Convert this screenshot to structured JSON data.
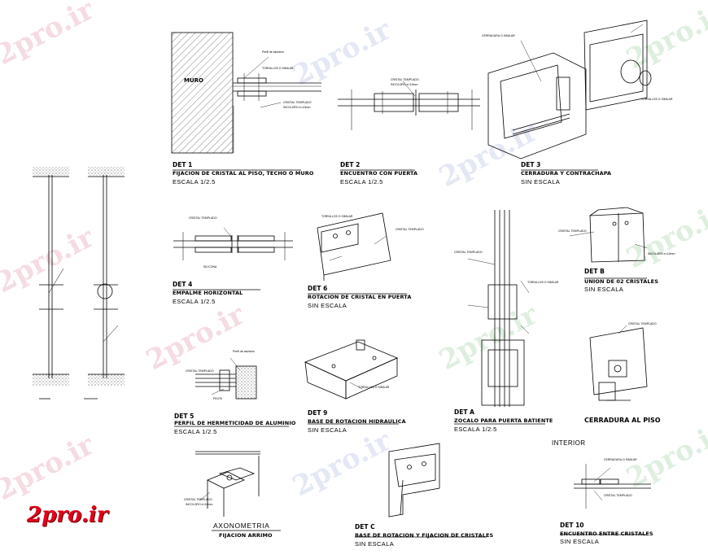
{
  "watermark_text": "2pro.ir",
  "logo_text": "2pro.ir",
  "details": [
    {
      "id": "det1",
      "det": "DET 1",
      "title": "FIJACION DE CRISTAL AL PISO, TECHO O MURO",
      "scale": "ESCALA  1/2.5"
    },
    {
      "id": "det2",
      "det": "DET 2",
      "title": "ENCUENTRO CON PUERTA",
      "scale": "ESCALA  1/2.5"
    },
    {
      "id": "det3",
      "det": "DET 3",
      "title": "CERRADURA Y CONTRACHAPA",
      "scale": "SIN  ESCALA"
    },
    {
      "id": "det4",
      "det": "DET 4",
      "title": "EMPALME HORIZONTAL",
      "scale": "ESCALA  1/2.5"
    },
    {
      "id": "det6",
      "det": "DET 6",
      "title": "ROTACION DE CRISTAL EN PUERTA",
      "scale": "SIN  ESCALA"
    },
    {
      "id": "detb",
      "det": "DET B",
      "title": "UNION DE 02 CRISTALES",
      "scale": "SIN  ESCALA"
    },
    {
      "id": "det5",
      "det": "DET 5",
      "title": "PERFIL DE HERMETICIDAD DE ALUMINIO",
      "scale": "ESCALA  1/2.5"
    },
    {
      "id": "det9",
      "det": "DET 9",
      "title": "BASE DE ROTACION HIDRAULICA",
      "scale": "SIN  ESCALA"
    },
    {
      "id": "deta",
      "det": "DET A",
      "title": "ZOCALO PARA PUERTA BATIENTE",
      "scale": "ESCALA  1/2.5"
    },
    {
      "id": "detc",
      "det": "DET C",
      "title": "BASE DE ROTACION Y FIJACION DE CRISTALES",
      "scale": "SIN  ESCALA"
    },
    {
      "id": "det10",
      "det": "DET 10",
      "title": "ENCUENTRO ENTRE CRISTALES",
      "scale": "SIN  ESCALA"
    }
  ],
  "standalone": {
    "muro": "MURO",
    "cerradura_piso": "CERRADURA AL PISO",
    "interior": "INTERIOR",
    "axonometria": "AXONOMETRIA",
    "fijacion_arrimo": "FIJACION ARRIMO"
  },
  "notes": {
    "cristal_templado": "CRISTAL TEMPLADO",
    "incoloro": "INCOLORO e=10mm",
    "perfil_aluminio": "Perfil de aluminio",
    "silicona": "SILICONA",
    "felpa": "FELPA",
    "tornillos": "TORNILLOS O SIMILAR",
    "cerradura": "CERRADURA O SIMILAR"
  }
}
